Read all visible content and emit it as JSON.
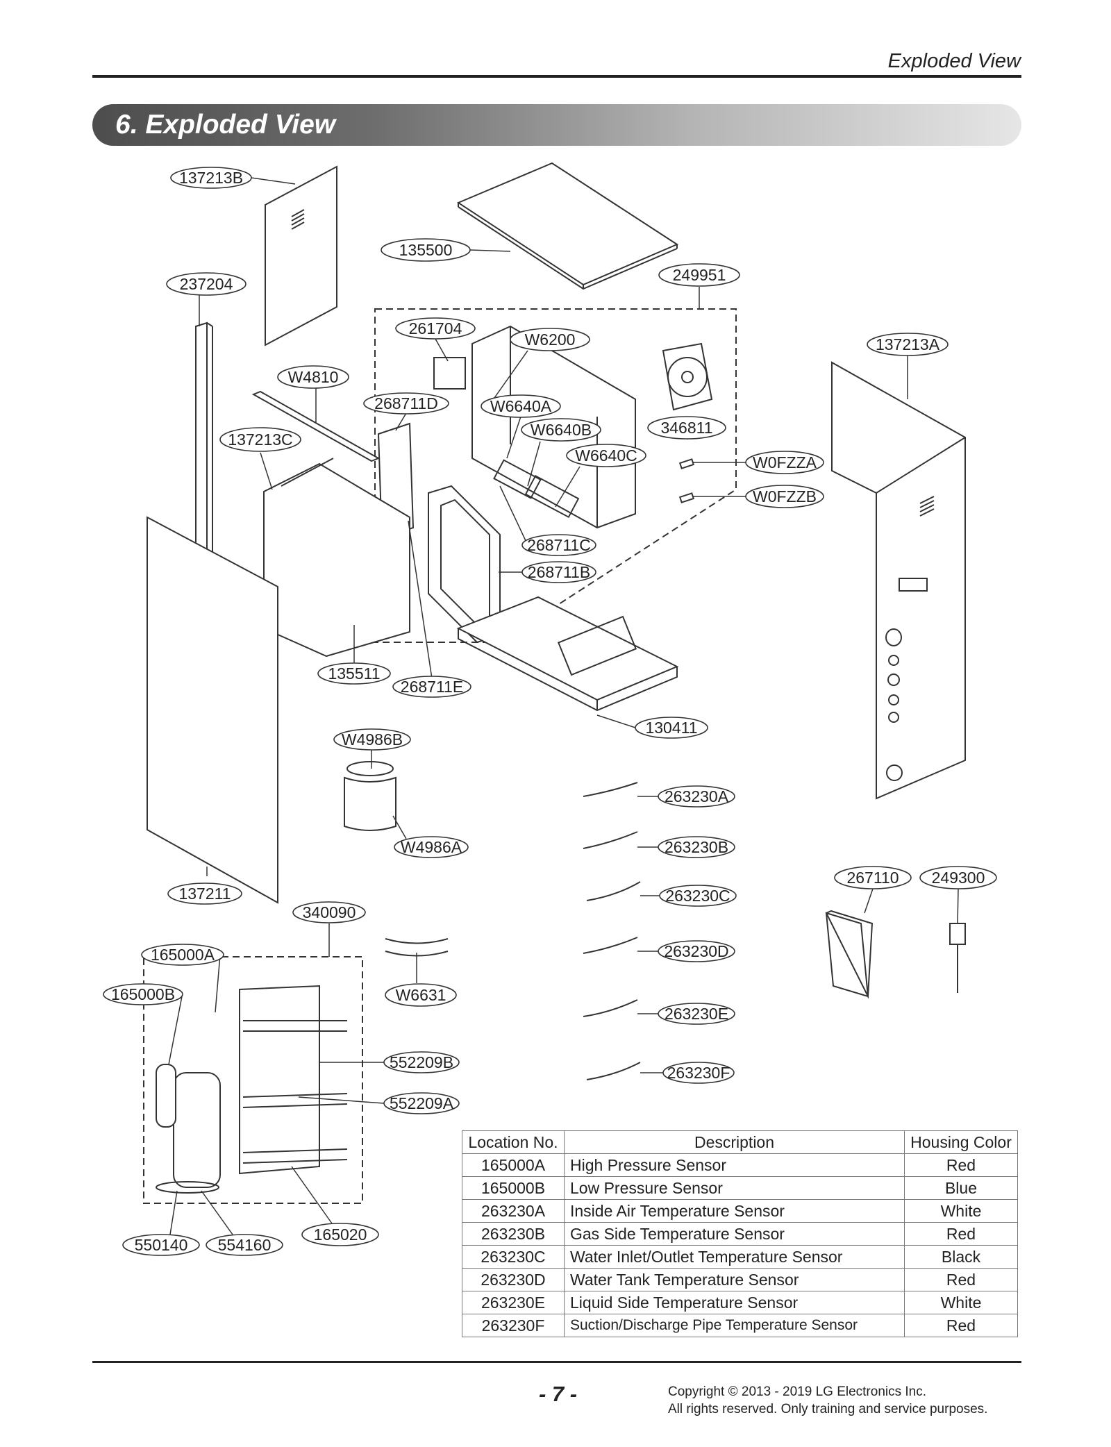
{
  "header": {
    "running_title": "Exploded View",
    "section_title": "6. Exploded View"
  },
  "callouts": [
    "137213B",
    "135500",
    "249951",
    "237204",
    "261704",
    "W6200",
    "137213A",
    "W4810",
    "268711D",
    "W6640A",
    "W6640B",
    "346811",
    "137213C",
    "W6640C",
    "W0FZZA",
    "W0FZZB",
    "268711C",
    "268711B",
    "135511",
    "268711E",
    "130411",
    "W4986B",
    "263230A",
    "W4986A",
    "263230B",
    "267110",
    "249300",
    "137211",
    "263230C",
    "340090",
    "263230D",
    "165000A",
    "165000B",
    "W6631",
    "263230E",
    "552209B",
    "263230F",
    "552209A",
    "550140",
    "554160",
    "165020"
  ],
  "table": {
    "headers": [
      "Location No.",
      "Description",
      "Housing Color"
    ],
    "rows": [
      [
        "165000A",
        "High Pressure Sensor",
        "Red"
      ],
      [
        "165000B",
        "Low Pressure Sensor",
        "Blue"
      ],
      [
        "263230A",
        "Inside Air Temperature Sensor",
        "White"
      ],
      [
        "263230B",
        "Gas Side Temperature Sensor",
        "Red"
      ],
      [
        "263230C",
        "Water Inlet/Outlet Temperature Sensor",
        "Black"
      ],
      [
        "263230D",
        "Water Tank Temperature Sensor",
        "Red"
      ],
      [
        "263230E",
        "Liquid Side Temperature Sensor",
        "White"
      ],
      [
        "263230F",
        "Suction/Discharge Pipe Temperature Sensor",
        "Red"
      ]
    ]
  },
  "footer": {
    "page_number": "- 7 -",
    "copyright_line1": "Copyright © 2013 - 2019 LG Electronics Inc.",
    "copyright_line2": "All rights reserved. Only training and service purposes."
  }
}
